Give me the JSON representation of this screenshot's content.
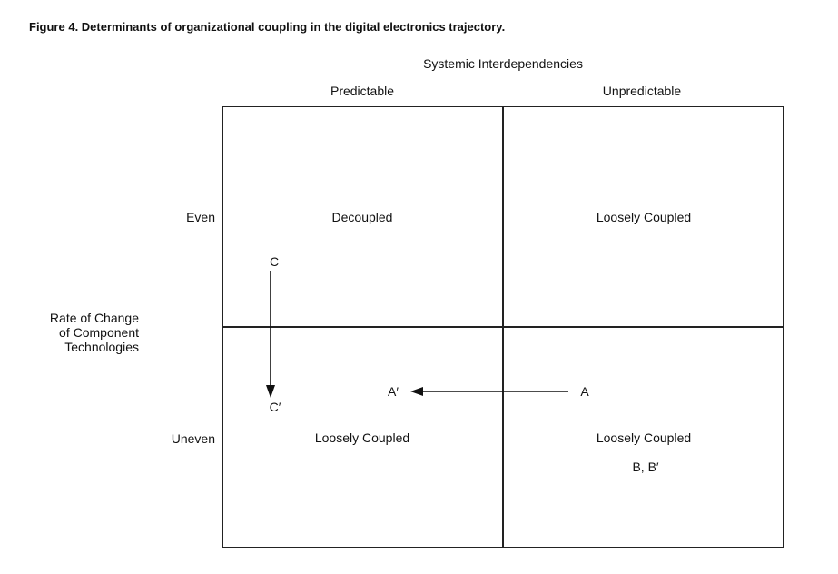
{
  "figure": {
    "title": "Figure 4. Determinants of organizational coupling in the digital electronics trajectory."
  },
  "axes": {
    "column_header": "Systemic Interdependencies",
    "columns": [
      "Predictable",
      "Unpredictable"
    ],
    "row_header_lines": [
      "Rate of Change",
      "of Component",
      "Technologies"
    ],
    "rows": [
      "Even",
      "Uneven"
    ]
  },
  "quadrants": {
    "even_predictable": "Decoupled",
    "even_unpredictable": "Loosely Coupled",
    "uneven_predictable": "Loosely Coupled",
    "uneven_unpredictable": "Loosely Coupled",
    "uneven_unpredictable_note": "B, B′"
  },
  "points": {
    "c": "C",
    "c_prime": "C′",
    "a": "A",
    "a_prime": "A′"
  },
  "arrows": [
    {
      "from": "C",
      "to": "C′"
    },
    {
      "from": "A",
      "to": "A′"
    }
  ]
}
